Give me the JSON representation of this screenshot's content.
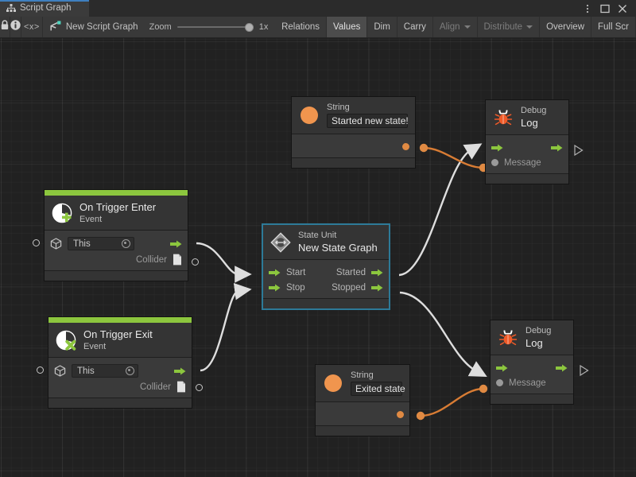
{
  "window": {
    "tab_label": "Script Graph",
    "tab_icon": "graph-icon",
    "menu_icon": "kebab-menu-icon",
    "maximize_icon": "maximize-icon",
    "close_icon": "close-icon"
  },
  "toolbar": {
    "lock_icon": "lock-icon",
    "info_icon": "info-icon",
    "code_label": "<x>",
    "graph_icon": "script-graph-icon",
    "graph_name": "New Script Graph",
    "zoom_label": "Zoom",
    "zoom_value": "1x",
    "buttons": [
      {
        "label": "Relations",
        "state": "normal",
        "caret": false
      },
      {
        "label": "Values",
        "state": "active",
        "caret": false
      },
      {
        "label": "Dim",
        "state": "normal",
        "caret": false
      },
      {
        "label": "Carry",
        "state": "normal",
        "caret": false
      },
      {
        "label": "Align",
        "state": "dim",
        "caret": true
      },
      {
        "label": "Distribute",
        "state": "dim",
        "caret": true
      },
      {
        "label": "Overview",
        "state": "normal",
        "caret": false
      },
      {
        "label": "Full Scr",
        "state": "normal",
        "caret": false
      }
    ]
  },
  "nodes": {
    "string_top": {
      "icon": "string-value-icon",
      "title": "String",
      "value": "Started new state!",
      "output_port": "value-output-port"
    },
    "debug_log_top": {
      "icon": "debug-bug-icon",
      "title_small": "Debug",
      "title_large": "Log",
      "flow_in": "flow-input-port",
      "flow_out": "flow-output-port",
      "message_label": "Message"
    },
    "on_trigger_enter": {
      "icon": "event-enter-icon",
      "title": "On Trigger Enter",
      "subtitle": "Event",
      "target_field_value": "This",
      "target_icon": "gameobject-cube-icon",
      "flow_out": "flow-output-port",
      "collider_label": "Collider",
      "collider_icon": "collider-value-icon"
    },
    "state_unit": {
      "icon": "state-unit-icon",
      "title_small": "State Unit",
      "title_large": "New State Graph",
      "inputs": [
        "Start",
        "Stop"
      ],
      "outputs": [
        "Started",
        "Stopped"
      ],
      "selected": true
    },
    "on_trigger_exit": {
      "icon": "event-exit-icon",
      "title": "On Trigger Exit",
      "subtitle": "Event",
      "target_field_value": "This",
      "target_icon": "gameobject-cube-icon",
      "flow_out": "flow-output-port",
      "collider_label": "Collider",
      "collider_icon": "collider-value-icon"
    },
    "string_bottom": {
      "icon": "string-value-icon",
      "title": "String",
      "value": "Exited state",
      "output_port": "value-output-port"
    },
    "debug_log_bottom": {
      "icon": "debug-bug-icon",
      "title_small": "Debug",
      "title_large": "Log",
      "flow_in": "flow-input-port",
      "flow_out": "flow-output-port",
      "message_label": "Message"
    }
  },
  "colors": {
    "accent_green": "#8cc63e",
    "value_orange": "#e08a43",
    "flow_white": "#e0e0e0",
    "selection_blue": "#2d7a98",
    "bug_orange": "#f05a28",
    "tab_accent": "#3f7fbf"
  }
}
